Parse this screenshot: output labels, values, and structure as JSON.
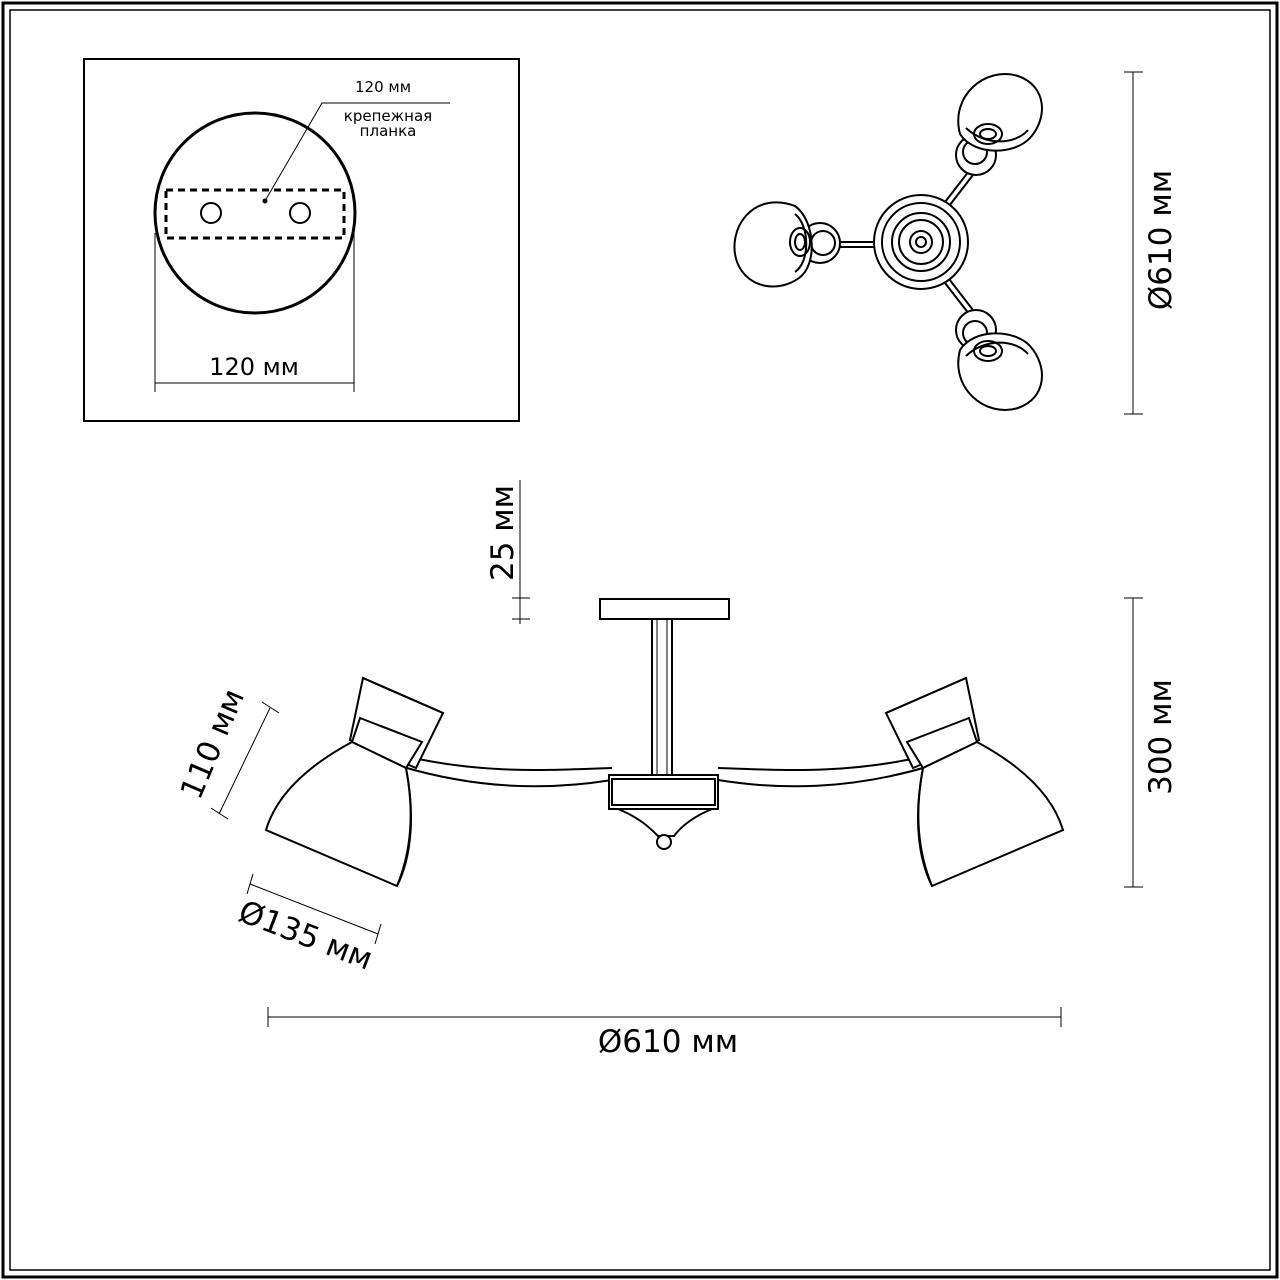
{
  "mount_plate": {
    "bracket_label": "120 мм",
    "bracket_caption_line1": "крепежная",
    "bracket_caption_line2": "планка",
    "diameter_label": "120 мм"
  },
  "top_view": {
    "diameter_label": "Ø610 мм"
  },
  "side_view": {
    "canopy_height_label": "25 мм",
    "total_height_label": "300 мм",
    "shade_height_label": "110 мм",
    "shade_diameter_label": "Ø135 мм",
    "total_width_label": "Ø610 мм"
  }
}
